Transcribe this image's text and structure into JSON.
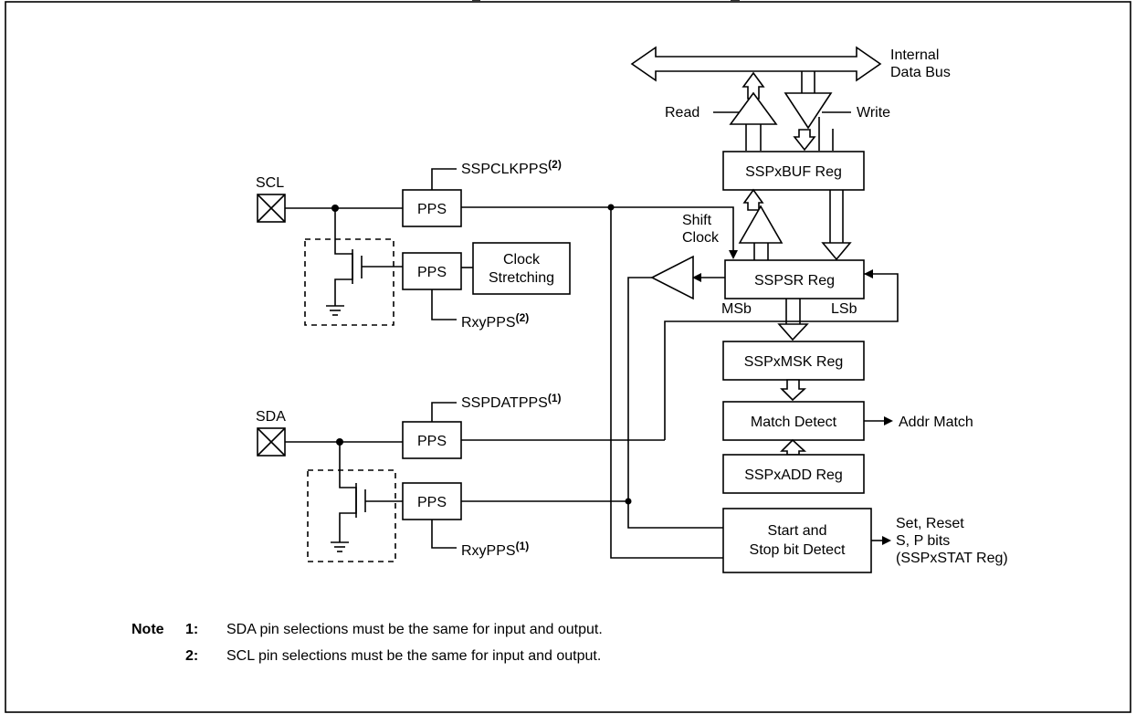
{
  "bus": {
    "line1": "Internal",
    "line2": "Data Bus"
  },
  "labels": {
    "read": "Read",
    "write": "Write",
    "shift_clock_1": "Shift",
    "shift_clock_2": "Clock",
    "msb": "MSb",
    "lsb": "LSb",
    "addr_match": "Addr Match",
    "status_1": "Set, Reset",
    "status_2": "S, P bits",
    "status_3": "(SSPxSTAT Reg)"
  },
  "pins": {
    "scl": "SCL",
    "sda": "SDA"
  },
  "pps": {
    "label": "PPS",
    "sspclkpps": "SSPCLKPPS",
    "sspclkpps_note": "(2)",
    "rxypps_scl": "RxyPPS",
    "rxypps_scl_note": "(2)",
    "sspdatpps": "SSPDATPPS",
    "sspdatpps_note": "(1)",
    "rxypps_sda": "RxyPPS",
    "rxypps_sda_note": "(1)"
  },
  "blocks": {
    "sspxbuf": "SSPxBUF Reg",
    "sspsr": "SSPSR Reg",
    "sspxmsk": "SSPxMSK Reg",
    "match_detect": "Match Detect",
    "sspxadd": "SSPxADD Reg",
    "clock_1": "Clock",
    "clock_2": "Stretching",
    "start_stop_1": "Start and",
    "start_stop_2": "Stop bit Detect"
  },
  "notes": {
    "heading": "Note",
    "items": [
      {
        "num": "1:",
        "text": "SDA pin selections must be the same for input and output."
      },
      {
        "num": "2:",
        "text": "SCL pin selections must be the same for input and output."
      }
    ]
  }
}
